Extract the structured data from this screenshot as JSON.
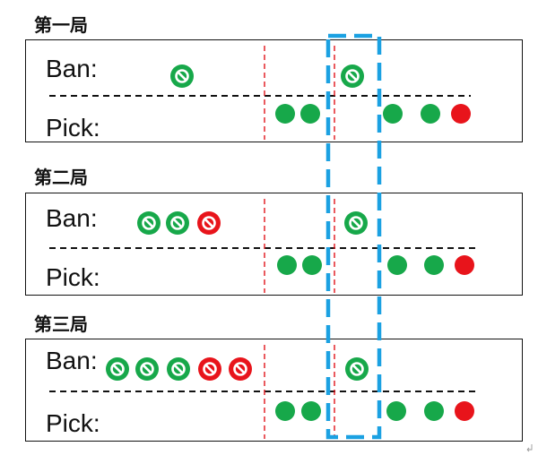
{
  "colors": {
    "green": "#17a84a",
    "red": "#e8141b",
    "highlight": "#1ba1e2",
    "divider": "#e0141b"
  },
  "rounds": [
    {
      "title": "第一局",
      "ban_label": "Ban:",
      "pick_label": "Pick:",
      "ban1": [
        "green"
      ],
      "ban2": [
        "green"
      ],
      "pick1": [
        "green",
        "green"
      ],
      "pick2": [
        "green",
        "green",
        "red"
      ]
    },
    {
      "title": "第二局",
      "ban_label": "Ban:",
      "pick_label": "Pick:",
      "ban1": [
        "green",
        "green",
        "red"
      ],
      "ban2": [
        "green"
      ],
      "pick1": [
        "green",
        "green"
      ],
      "pick2": [
        "green",
        "green",
        "red"
      ]
    },
    {
      "title": "第三局",
      "ban_label": "Ban:",
      "pick_label": "Pick:",
      "ban1": [
        "green",
        "green",
        "green",
        "red",
        "red"
      ],
      "ban2": [
        "green"
      ],
      "pick1": [
        "green",
        "green"
      ],
      "pick2": [
        "green",
        "green",
        "red"
      ]
    }
  ]
}
